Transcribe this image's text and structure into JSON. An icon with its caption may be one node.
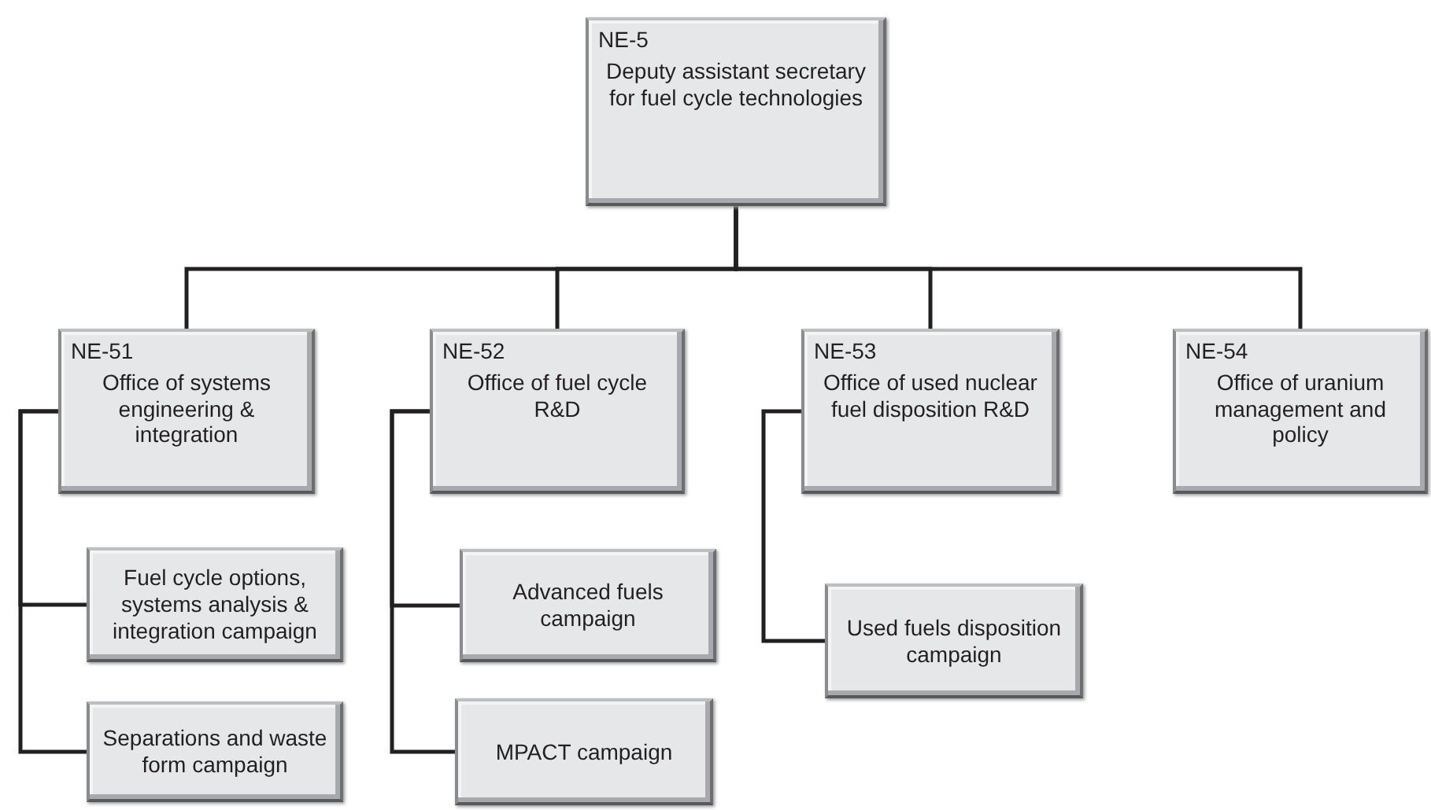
{
  "diagram": {
    "nodes": [
      {
        "text": [
          "NE-5",
          "Deputy assistant secretary for fuel cycle technologies"
        ]
      },
      {
        "text": [
          "NE-51",
          "Office of systems engineering & integration"
        ]
      },
      {
        "text": [
          "NE-52",
          "Office of fuel cycle R&D"
        ]
      },
      {
        "text": [
          "NE-53",
          "Office of used nuclear fuel disposition R&D"
        ]
      },
      {
        "text": [
          "NE-54",
          "Office of uranium management and policy"
        ]
      },
      {
        "text": [
          "Fuel cycle options, systems analysis & integration campaign"
        ]
      },
      {
        "text": [
          "Separations and waste form campaign"
        ]
      },
      {
        "text": [
          "Advanced fuels campaign"
        ]
      },
      {
        "text": [
          "MPACT campaign"
        ]
      },
      {
        "text": [
          "Used fuels disposition campaign"
        ]
      }
    ],
    "edges": [
      {
        "from": 0,
        "to": 1,
        "arrow": "none"
      },
      {
        "from": 0,
        "to": 2,
        "arrow": "none"
      },
      {
        "from": 0,
        "to": 3,
        "arrow": "none"
      },
      {
        "from": 0,
        "to": 4,
        "arrow": "none"
      },
      {
        "from": 1,
        "to": 5,
        "arrow": "none"
      },
      {
        "from": 1,
        "to": 6,
        "arrow": "none"
      },
      {
        "from": 2,
        "to": 7,
        "arrow": "none"
      },
      {
        "from": 2,
        "to": 8,
        "arrow": "none"
      },
      {
        "from": 3,
        "to": 9,
        "arrow": "none"
      }
    ]
  }
}
